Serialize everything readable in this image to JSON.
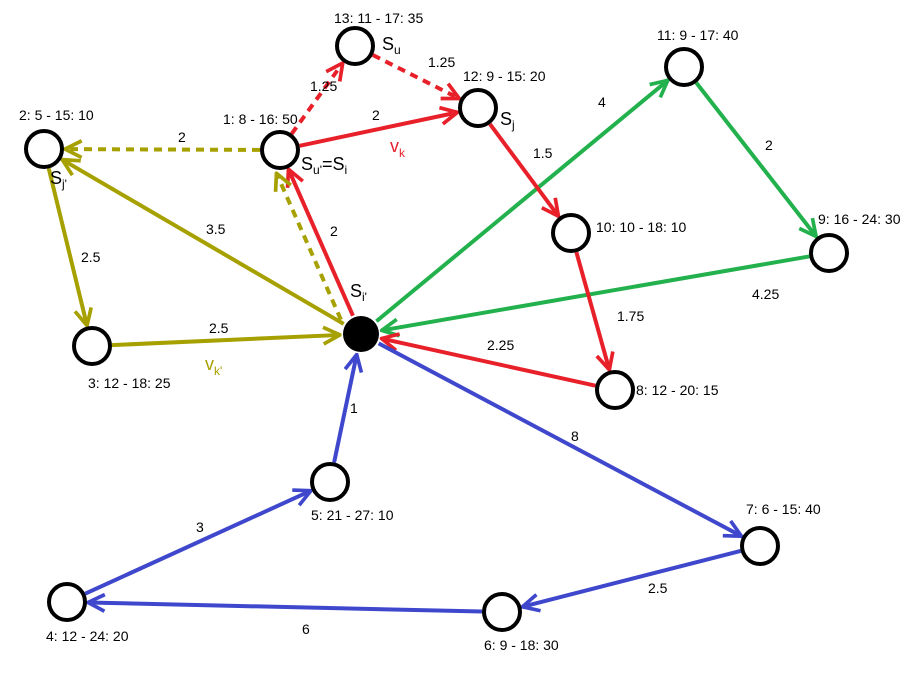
{
  "colors": {
    "red": "#e8202a",
    "green": "#22b14c",
    "olive": "#a6a000",
    "blue": "#3f48cc",
    "black": "#000000"
  },
  "nodes": [
    {
      "id": "depot",
      "label": ""
    },
    {
      "id": "n1",
      "label": "1: 8 - 16: 50"
    },
    {
      "id": "n2",
      "label": "2: 5 - 15: 10"
    },
    {
      "id": "n3",
      "label": "3: 12 - 18: 25"
    },
    {
      "id": "n4",
      "label": "4: 12 - 24: 20"
    },
    {
      "id": "n5",
      "label": "5: 21 - 27: 10"
    },
    {
      "id": "n6",
      "label": "6: 9 - 18: 30"
    },
    {
      "id": "n7",
      "label": "7: 6 - 15: 40"
    },
    {
      "id": "n8",
      "label": "8: 12 - 20: 15"
    },
    {
      "id": "n9",
      "label": "9: 16 - 24: 30"
    },
    {
      "id": "n10",
      "label": "10: 10 - 18: 10"
    },
    {
      "id": "n11",
      "label": "11: 9 - 17: 40"
    },
    {
      "id": "n12",
      "label": "12: 9 - 15: 20"
    },
    {
      "id": "n13",
      "label": "13: 11 - 17: 35"
    }
  ],
  "edges": [
    {
      "from": "n11",
      "to": "n9",
      "label": "2",
      "color": "green",
      "style": "solid"
    },
    {
      "from": "n9",
      "to": "depot",
      "label": "4.25",
      "color": "green",
      "style": "solid"
    },
    {
      "from": "depot",
      "to": "n11",
      "label": "4",
      "color": "green",
      "style": "solid"
    },
    {
      "from": "depot",
      "to": "n1",
      "label": "2",
      "color": "red",
      "style": "solid"
    },
    {
      "from": "n1",
      "to": "n12",
      "label": "2",
      "color": "red",
      "style": "solid"
    },
    {
      "from": "n12",
      "to": "n10",
      "label": "1.5",
      "color": "red",
      "style": "solid"
    },
    {
      "from": "n10",
      "to": "n8",
      "label": "1.75",
      "color": "red",
      "style": "solid"
    },
    {
      "from": "n8",
      "to": "depot",
      "label": "2.25",
      "color": "red",
      "style": "solid"
    },
    {
      "from": "n1",
      "to": "n13",
      "label": "1.25",
      "color": "red",
      "style": "dashed"
    },
    {
      "from": "n13",
      "to": "n12",
      "label": "1.25",
      "color": "red",
      "style": "dashed"
    },
    {
      "from": "n1",
      "to": "n2",
      "label": "2",
      "color": "olive",
      "style": "dashed"
    },
    {
      "from": "depot",
      "to": "n1",
      "label": "",
      "color": "olive",
      "style": "dashed"
    },
    {
      "from": "depot",
      "to": "n2",
      "label": "3.5",
      "color": "olive",
      "style": "solid"
    },
    {
      "from": "n2",
      "to": "n3",
      "label": "2.5",
      "color": "olive",
      "style": "solid"
    },
    {
      "from": "n3",
      "to": "depot",
      "label": "2.5",
      "color": "olive",
      "style": "solid"
    },
    {
      "from": "depot",
      "to": "n7",
      "label": "8",
      "color": "blue",
      "style": "solid"
    },
    {
      "from": "n7",
      "to": "n6",
      "label": "2.5",
      "color": "blue",
      "style": "solid"
    },
    {
      "from": "n6",
      "to": "n4",
      "label": "6",
      "color": "blue",
      "style": "solid"
    },
    {
      "from": "n4",
      "to": "n5",
      "label": "3",
      "color": "blue",
      "style": "solid"
    },
    {
      "from": "n5",
      "to": "depot",
      "label": "1",
      "color": "blue",
      "style": "solid"
    }
  ],
  "annotations": {
    "su": {
      "base": "S",
      "sub": "u"
    },
    "sj": {
      "base": "S",
      "sub": "j"
    },
    "su_prime_eq_si": {
      "base1": "S",
      "sub1": "u'",
      "eq": "=",
      "base2": "S",
      "sub2": "i"
    },
    "sj_prime": {
      "base": "S",
      "sub": "j'"
    },
    "si_prime": {
      "base": "S",
      "sub": "i'"
    },
    "vk": {
      "base": "v",
      "sub": "k",
      "color": "red"
    },
    "vk_prime": {
      "base": "v",
      "sub": "k'",
      "color": "olive"
    }
  }
}
